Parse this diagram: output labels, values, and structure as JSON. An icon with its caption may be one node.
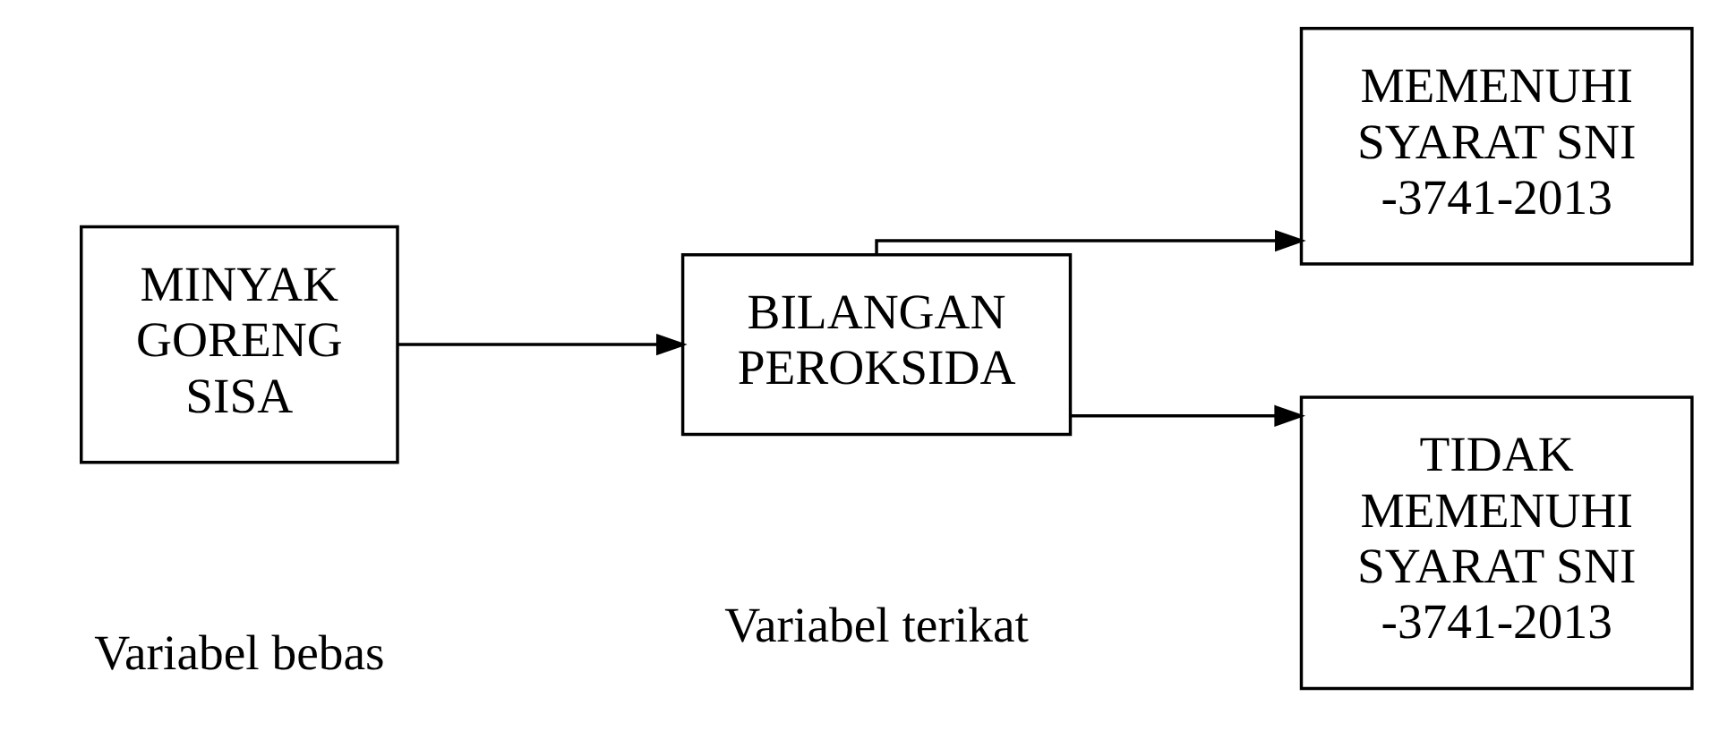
{
  "diagram": {
    "nodes": [
      {
        "text": [
          "MINYAK GORENG SISA"
        ],
        "beside": [
          "Variabel bebas"
        ]
      },
      {
        "text": [
          "BILANGAN PEROKSIDA"
        ],
        "beside": [
          "Variabel terikat"
        ]
      },
      {
        "text": [
          "MEMENUHI SYARAT SNI-3741-2013"
        ]
      },
      {
        "text": [
          "TIDAK MEMENUHI SYARAT SNI-3741-2013"
        ]
      }
    ],
    "edges": [
      {
        "from": 0,
        "to": 1,
        "arrow": "to"
      },
      {
        "from": 1,
        "to": 2,
        "arrow": "to"
      },
      {
        "from": 1,
        "to": 3,
        "arrow": "to"
      }
    ]
  }
}
